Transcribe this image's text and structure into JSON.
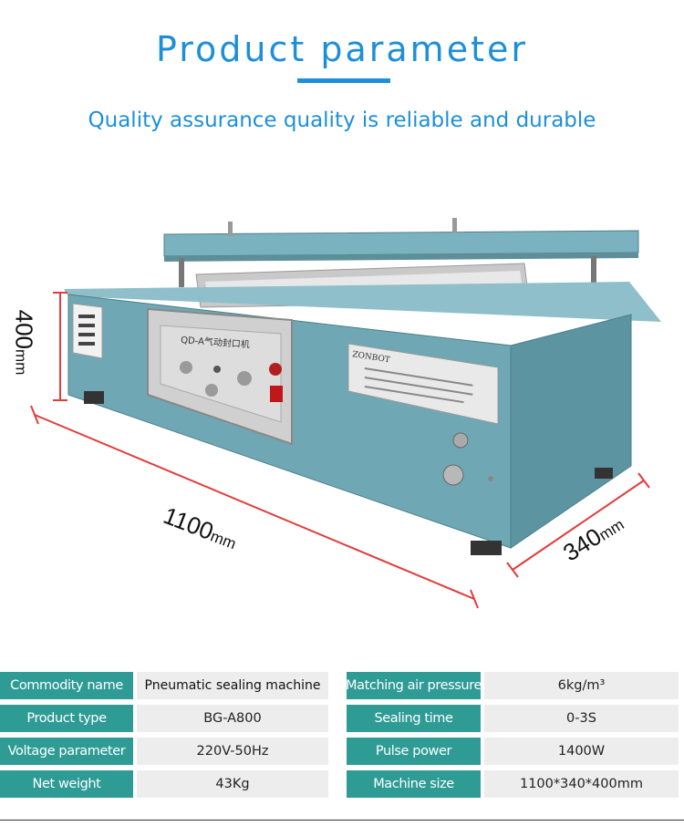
{
  "header": {
    "title": "Product parameter",
    "subtitle": "Quality assurance quality is reliable and durable"
  },
  "photo": {
    "panel_label": "QD-A气动封口机",
    "brand": "ZONBOT",
    "dimensions": {
      "height": {
        "value": "400",
        "unit": "mm"
      },
      "width": {
        "value": "1100",
        "unit": "mm"
      },
      "depth": {
        "value": "340",
        "unit": "mm"
      }
    }
  },
  "specs": {
    "left": [
      {
        "label": "Commodity name",
        "value": "Pneumatic sealing machine"
      },
      {
        "label": "Product type",
        "value": "BG-A800"
      },
      {
        "label": "Voltage parameter",
        "value": "220V-50Hz"
      },
      {
        "label": "Net weight",
        "value": "43Kg"
      }
    ],
    "right": [
      {
        "label": "Matching air pressure",
        "value": "6kg/m³"
      },
      {
        "label": "Sealing time",
        "value": "0-3S"
      },
      {
        "label": "Pulse power",
        "value": "1400W"
      },
      {
        "label": "Machine size",
        "value": "1100*340*400mm"
      }
    ]
  },
  "colors": {
    "accent": "#1d8fd8",
    "label_bg": "#2f9b95",
    "value_bg": "#ededed",
    "machine_body": "#6fa8b4"
  }
}
